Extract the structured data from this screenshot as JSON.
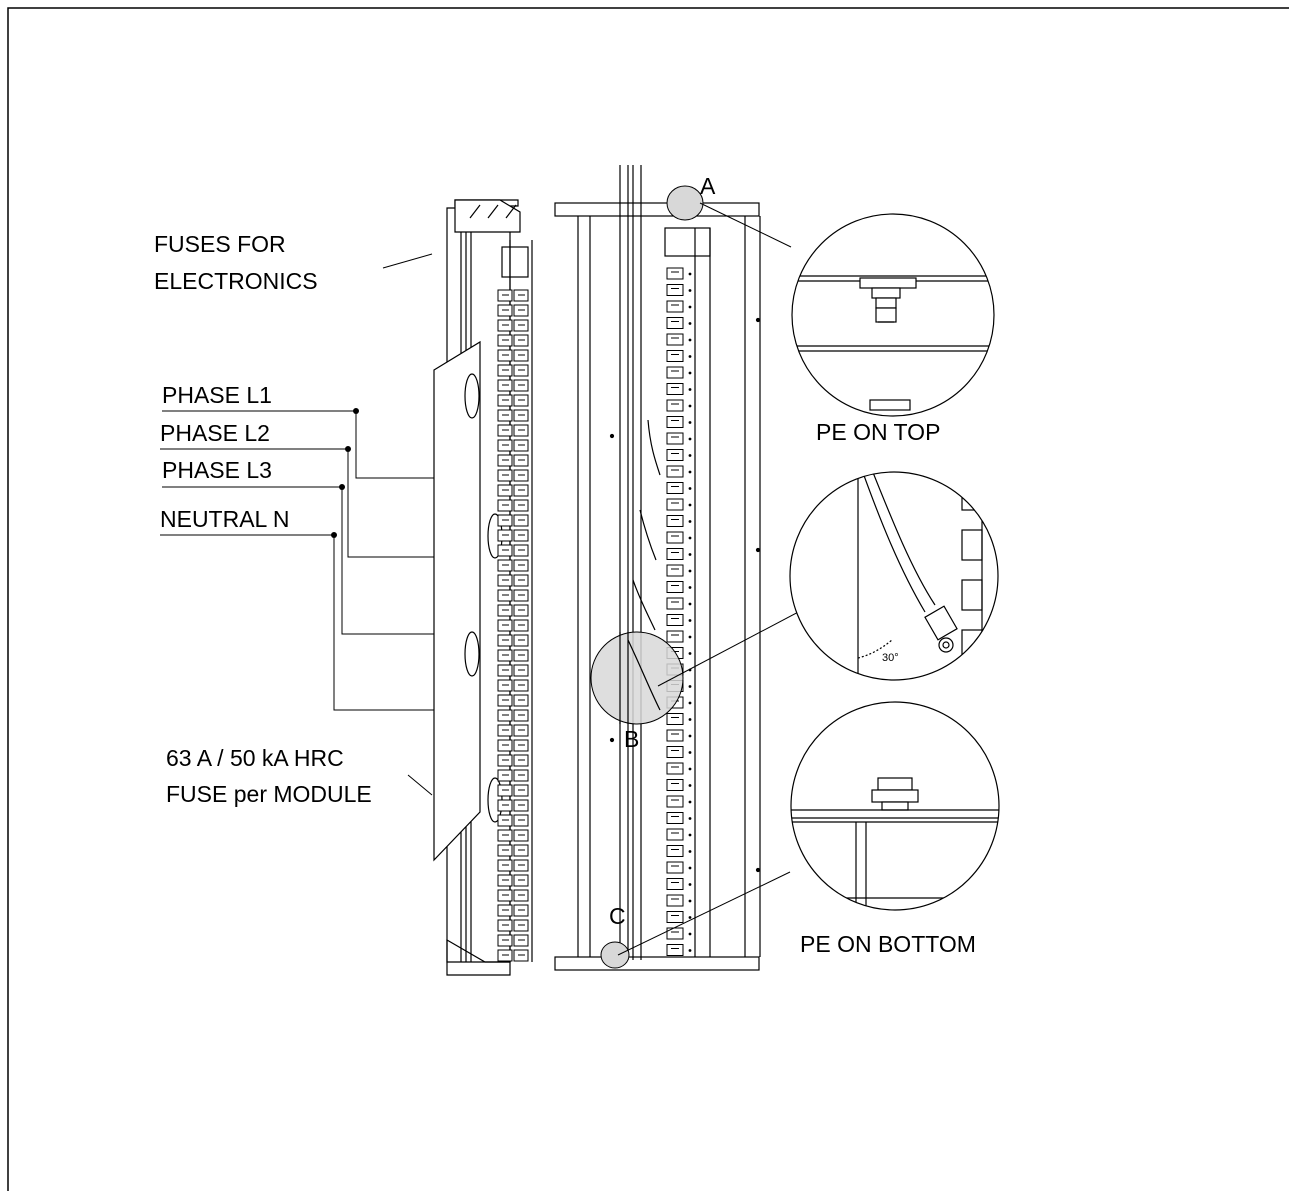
{
  "labels": {
    "fuses_line1": "FUSES FOR",
    "fuses_line2": "ELECTRONICS",
    "phase_l1": "PHASE L1",
    "phase_l2": "PHASE L2",
    "phase_l3": "PHASE L3",
    "neutral": "NEUTRAL N",
    "fuse_line1": "63 A / 50 kA HRC",
    "fuse_line2": "FUSE per MODULE",
    "pe_top": "PE ON TOP",
    "pe_bottom": "PE ON BOTTOM",
    "marker_a": "A",
    "marker_b": "B",
    "marker_c": "C",
    "angle": "30°"
  },
  "colors": {
    "line": "#000000",
    "highlight": "#d8d8d8",
    "background": "#ffffff"
  }
}
